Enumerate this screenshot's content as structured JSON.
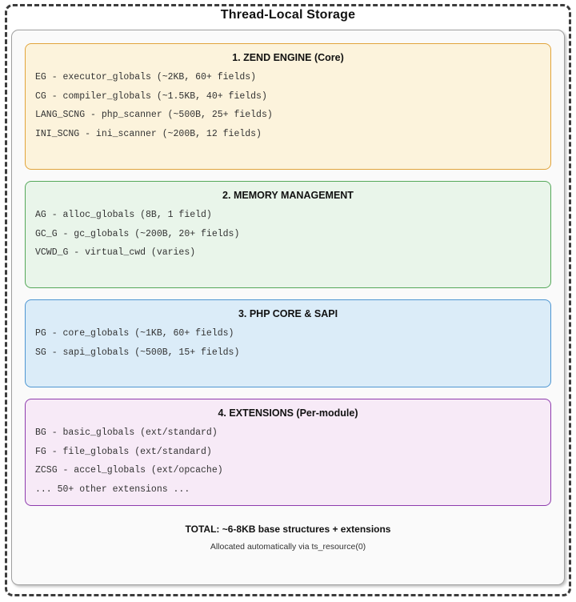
{
  "title": "Thread-Local Storage",
  "colors": {
    "zend_border": "#e1a43b",
    "zend_bg": "#fcf3dc",
    "memory_border": "#55a85a",
    "memory_bg": "#e9f5ea",
    "php_border": "#4e96d2",
    "php_bg": "#dbecf8",
    "extensions_border": "#8e3cae",
    "extensions_bg": "#f7eaf7",
    "outer_dashed_border": "#3c3c3c",
    "container_bg": "#fafafa"
  },
  "sections": [
    {
      "title": "1. ZEND ENGINE (Core)",
      "lines": [
        "EG - executor_globals (~2KB, 60+ fields)",
        "CG - compiler_globals (~1.5KB, 40+ fields)",
        "LANG_SCNG - php_scanner (~500B, 25+ fields)",
        "INI_SCNG - ini_scanner (~200B, 12 fields)"
      ]
    },
    {
      "title": "2. MEMORY MANAGEMENT",
      "lines": [
        "AG - alloc_globals (8B, 1 field)",
        "GC_G - gc_globals (~200B, 20+ fields)",
        "VCWD_G - virtual_cwd (varies)"
      ]
    },
    {
      "title": "3. PHP CORE & SAPI",
      "lines": [
        "PG - core_globals (~1KB, 60+ fields)",
        "SG - sapi_globals (~500B, 15+ fields)"
      ]
    },
    {
      "title": "4. EXTENSIONS (Per-module)",
      "lines": [
        "BG - basic_globals (ext/standard)",
        "FG - file_globals (ext/standard)",
        "ZCSG - accel_globals (ext/opcache)",
        "... 50+ other extensions ..."
      ]
    }
  ],
  "footer": {
    "total": "TOTAL: ~6-8KB base structures + extensions",
    "note": "Allocated automatically via ts_resource(0)"
  }
}
